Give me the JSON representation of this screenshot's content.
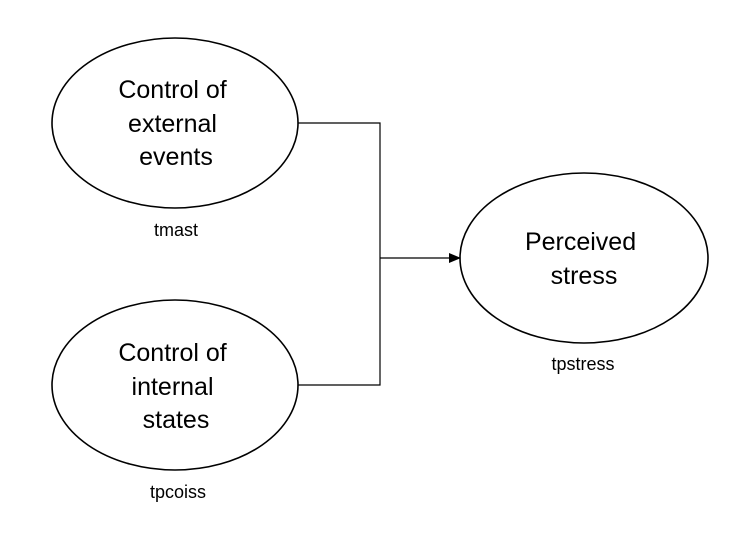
{
  "nodes": [
    {
      "id": "control-external",
      "lines": [
        "Control of",
        "external",
        "events"
      ],
      "variable": "tmast"
    },
    {
      "id": "control-internal",
      "lines": [
        "Control of",
        "internal",
        "states"
      ],
      "variable": "tpcoiss"
    },
    {
      "id": "perceived-stress",
      "lines": [
        "Perceived",
        "stress"
      ],
      "variable": "tpstress"
    }
  ],
  "colors": {
    "stroke": "#000000",
    "background": "#ffffff",
    "text": "#000000"
  }
}
